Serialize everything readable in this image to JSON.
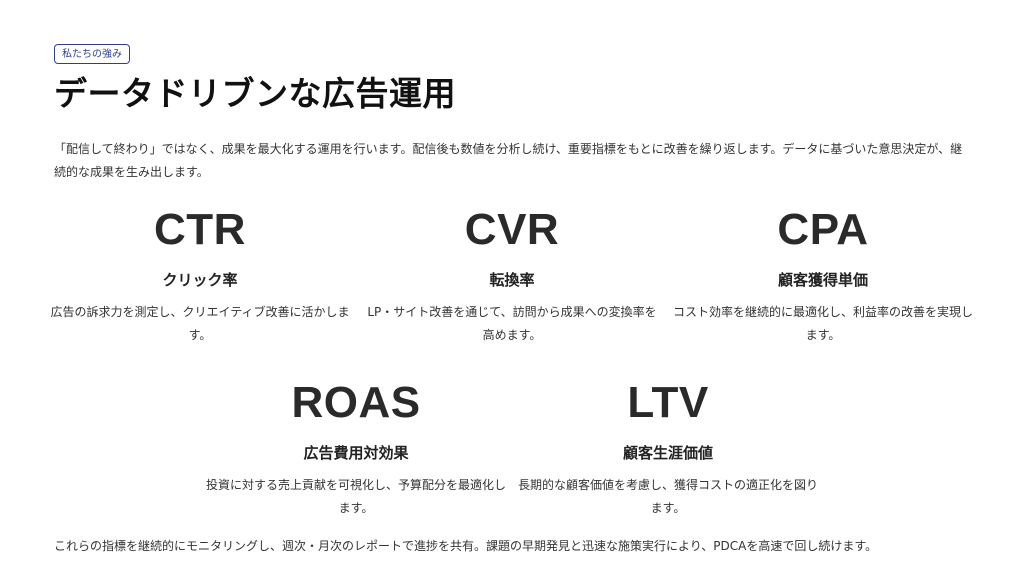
{
  "badge": "私たちの強み",
  "title": "データドリブンな広告運用",
  "intro": "「配信して終わり」ではなく、成果を最大化する運用を行います。配信後も数値を分析し続け、重要指標をもとに改善を繰り返します。データに基づいた意思決定が、継続的な成果を生み出します。",
  "metrics": [
    {
      "abbr": "CTR",
      "name": "クリック率",
      "desc": "広告の訴求力を測定し、クリエイティブ改善に活かします。"
    },
    {
      "abbr": "CVR",
      "name": "転換率",
      "desc": "LP・サイト改善を通じて、訪問から成果への変換率を高めます。"
    },
    {
      "abbr": "CPA",
      "name": "顧客獲得単価",
      "desc": "コスト効率を継続的に最適化し、利益率の改善を実現します。"
    },
    {
      "abbr": "ROAS",
      "name": "広告費用対効果",
      "desc": "投資に対する売上貢献を可視化し、予算配分を最適化します。"
    },
    {
      "abbr": "LTV",
      "name": "顧客生涯価値",
      "desc": "長期的な顧客価値を考慮し、獲得コストの適正化を図ります。"
    }
  ],
  "footer": "これらの指標を継続的にモニタリングし、週次・月次のレポートで進捗を共有。課題の早期発見と迅速な施策実行により、PDCAを高速で回し続けます。"
}
